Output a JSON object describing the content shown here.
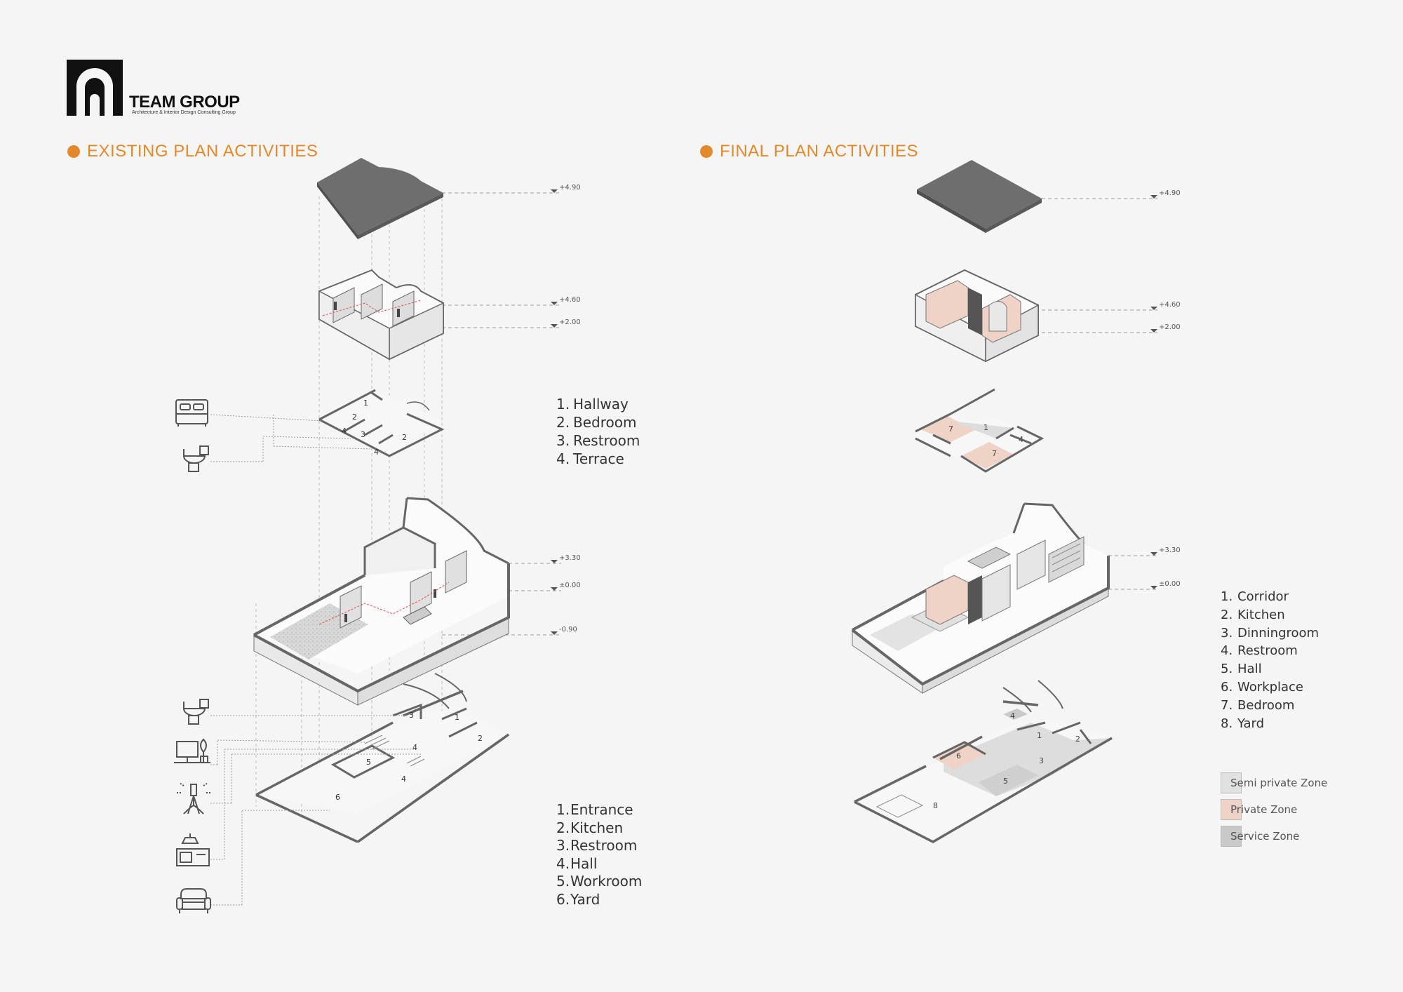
{
  "brand": {
    "name": "TEAM GROUP",
    "tagline": "Architecture & Interior Design Consulting Group"
  },
  "existing": {
    "title": "EXISTING PLAN ACTIVITIES",
    "levels": [
      "+4.90",
      "+4.60",
      "+2.00",
      "+3.30",
      "±0.00",
      "-0.90"
    ],
    "upper_legend": [
      {
        "num": "1.",
        "label": "Hallway"
      },
      {
        "num": "2.",
        "label": "Bedroom"
      },
      {
        "num": "3.",
        "label": "Restroom"
      },
      {
        "num": "4.",
        "label": "Terrace"
      }
    ],
    "lower_legend": [
      {
        "num": "1.",
        "label": "Entrance"
      },
      {
        "num": "2.",
        "label": "Kitchen"
      },
      {
        "num": "3.",
        "label": "Restroom"
      },
      {
        "num": "4.",
        "label": "Hall"
      },
      {
        "num": "5.",
        "label": "Workroom"
      },
      {
        "num": "6.",
        "label": "Yard"
      }
    ],
    "upper_plan_labels": [
      "1",
      "2",
      "4",
      "3",
      "2",
      "4"
    ],
    "lower_plan_labels": [
      "3",
      "1",
      "2",
      "4",
      "5",
      "4",
      "6"
    ],
    "icons": [
      "bed-icon",
      "toilet-icon",
      "toilet-icon",
      "computer-desk-icon",
      "plant-sprinkler-icon",
      "kitchen-hood-icon",
      "armchair-icon"
    ]
  },
  "final": {
    "title": "FINAL PLAN ACTIVITIES",
    "levels": [
      "+4.90",
      "+4.60",
      "+2.00",
      "+3.30",
      "±0.00"
    ],
    "legend": [
      {
        "num": "1.",
        "label": "Corridor"
      },
      {
        "num": "2.",
        "label": "Kitchen"
      },
      {
        "num": "3.",
        "label": "Dinningroom"
      },
      {
        "num": "4.",
        "label": "Restroom"
      },
      {
        "num": "5.",
        "label": "Hall"
      },
      {
        "num": "6.",
        "label": "Workplace"
      },
      {
        "num": "7.",
        "label": "Bedroom"
      },
      {
        "num": "8.",
        "label": "Yard"
      }
    ],
    "upper_plan_labels": [
      "7",
      "1",
      "4",
      "7"
    ],
    "lower_plan_labels": [
      "4",
      "1",
      "2",
      "3",
      "6",
      "5",
      "8"
    ],
    "zones": [
      {
        "label": "Semi private Zone",
        "color": "#e1e1e1"
      },
      {
        "label": "Private Zone",
        "color": "#efd3c6"
      },
      {
        "label": "Service Zone",
        "color": "#c9c9c9"
      }
    ]
  },
  "colors": {
    "accent": "#e28a2b",
    "wall": "#606060",
    "slab": "#6e6e6e",
    "circulation": "#d9534f"
  }
}
